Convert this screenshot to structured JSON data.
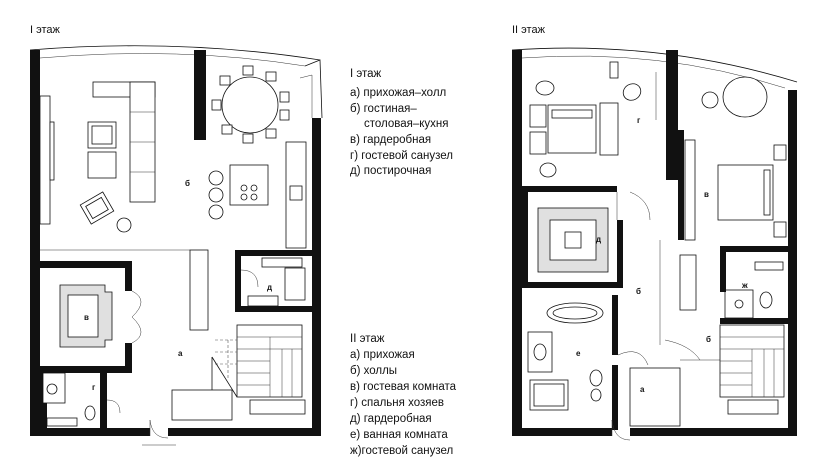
{
  "floor1": {
    "title": "I этаж",
    "legend_title": "I этаж",
    "legend": [
      "а) прихожая–холл",
      "б) гостиная–",
      "столовая–кухня",
      "в) гардеробная",
      "г) гостевой санузел",
      "д) постирочная"
    ],
    "room_labels": {
      "a": "а",
      "b": "б",
      "v": "в",
      "g": "г",
      "d": "д"
    }
  },
  "floor2": {
    "title": "II этаж",
    "legend_title": "II этаж",
    "legend": [
      "а) прихожая",
      "б) холлы",
      "в) гостевая комната",
      "г) спальня хозяев",
      "д) гардеробная",
      "е) ванная комната",
      "ж)гостевой санузел"
    ],
    "room_labels": {
      "a": "а",
      "b1": "б",
      "b2": "б",
      "v": "в",
      "g": "г",
      "d": "д",
      "e": "е",
      "zh": "ж"
    }
  }
}
